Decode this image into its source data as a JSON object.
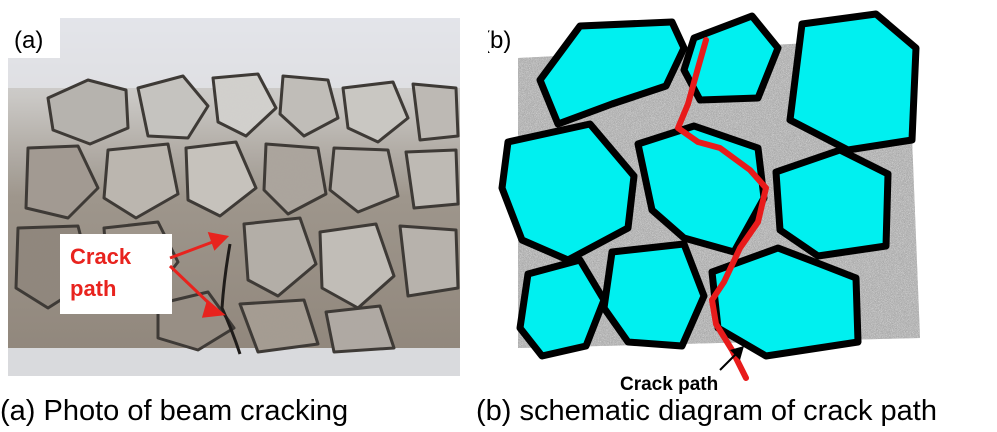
{
  "figure": {
    "panel_a": {
      "tag": "(a)",
      "callout_text": "Crack\npath",
      "callout_color": "#e8231e",
      "caption": "(a) Photo of beam cracking"
    },
    "panel_b": {
      "tag": "(b)",
      "annotation": "Crack path",
      "aggregate_color": "#00f0f0",
      "crack_color": "#e81b1b",
      "caption": "(b) schematic diagram of crack path"
    }
  }
}
